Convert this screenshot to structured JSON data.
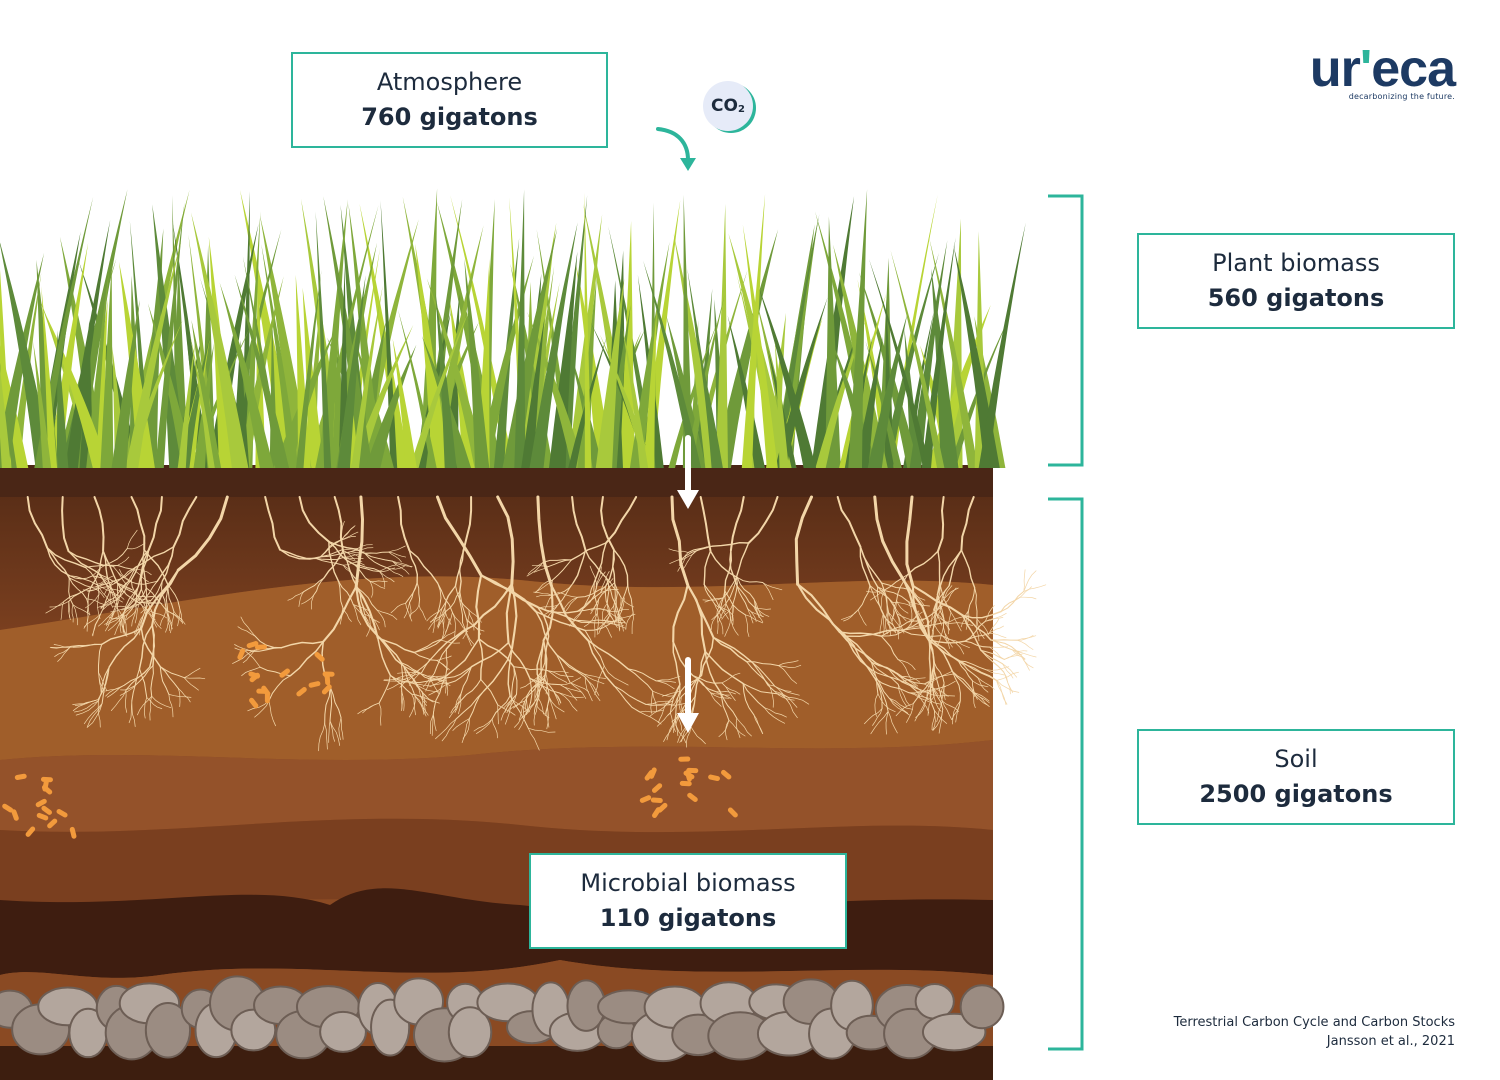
{
  "logo": {
    "word_main": "ur",
    "word_accent": "'",
    "word_end": "eca",
    "tagline": "decarbonizing the future."
  },
  "co2": {
    "main": "CO",
    "sub": "2"
  },
  "pools": {
    "atmosphere": {
      "name": "Atmosphere",
      "value": "760 gigatons"
    },
    "plant": {
      "name": "Plant biomass",
      "value": "560 gigatons"
    },
    "soil": {
      "name": "Soil",
      "value": "2500 gigatons"
    },
    "microbial": {
      "name": "Microbial biomass",
      "value": "110 gigatons"
    }
  },
  "citation": {
    "line1": "Terrestrial Carbon Cycle and Carbon Stocks",
    "line2": "Jansson et al., 2021"
  },
  "colors": {
    "accent": "#2db59b",
    "navy": "#1d3a63",
    "grass_dark": "#5d8a3a",
    "grass_light": "#b8d435",
    "topsoil": "#4a2616",
    "root": "#f3d6a8",
    "microbe": "#f29a3c"
  }
}
